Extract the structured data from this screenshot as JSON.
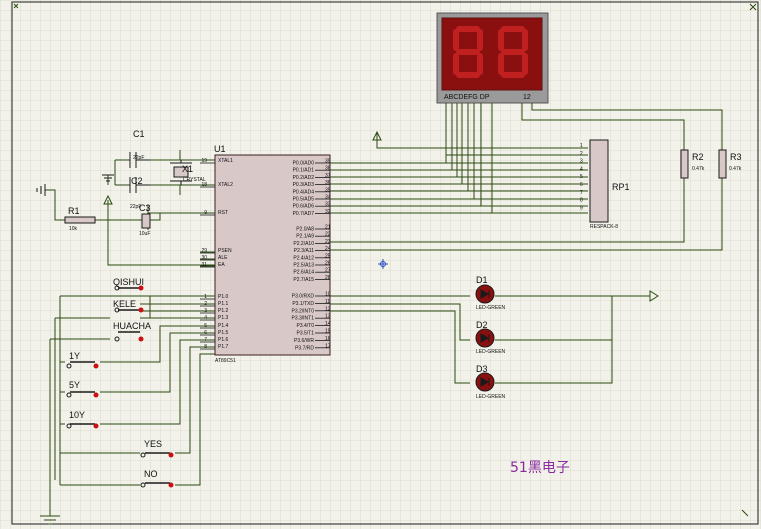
{
  "mcu": {
    "ref": "U1",
    "part": "AT89C51",
    "left_pins": [
      {
        "num": "19",
        "name": "XTAL1"
      },
      {
        "num": "18",
        "name": "XTAL2"
      },
      {
        "num": "9",
        "name": "RST"
      },
      {
        "num": "29",
        "name": "PSEN"
      },
      {
        "num": "30",
        "name": "ALE"
      },
      {
        "num": "31",
        "name": "EA"
      },
      {
        "num": "1",
        "name": "P1.0"
      },
      {
        "num": "2",
        "name": "P1.1"
      },
      {
        "num": "3",
        "name": "P1.2"
      },
      {
        "num": "4",
        "name": "P1.3"
      },
      {
        "num": "5",
        "name": "P1.4"
      },
      {
        "num": "6",
        "name": "P1.5"
      },
      {
        "num": "7",
        "name": "P1.6"
      },
      {
        "num": "8",
        "name": "P1.7"
      }
    ],
    "right_pins": [
      {
        "num": "39",
        "name": "P0.0/AD0"
      },
      {
        "num": "38",
        "name": "P0.1/AD1"
      },
      {
        "num": "37",
        "name": "P0.2/AD2"
      },
      {
        "num": "36",
        "name": "P0.3/AD3"
      },
      {
        "num": "35",
        "name": "P0.4/AD4"
      },
      {
        "num": "34",
        "name": "P0.5/AD5"
      },
      {
        "num": "33",
        "name": "P0.6/AD6"
      },
      {
        "num": "32",
        "name": "P0.7/AD7"
      },
      {
        "num": "21",
        "name": "P2.0/A8"
      },
      {
        "num": "22",
        "name": "P2.1/A9"
      },
      {
        "num": "23",
        "name": "P2.2/A10"
      },
      {
        "num": "24",
        "name": "P2.3/A11"
      },
      {
        "num": "25",
        "name": "P2.4/A12"
      },
      {
        "num": "26",
        "name": "P2.5/A13"
      },
      {
        "num": "27",
        "name": "P2.6/A14"
      },
      {
        "num": "28",
        "name": "P2.7/A15"
      },
      {
        "num": "10",
        "name": "P3.0/RXD"
      },
      {
        "num": "11",
        "name": "P3.1/TXD"
      },
      {
        "num": "12",
        "name": "P3.2/INT0"
      },
      {
        "num": "13",
        "name": "P3.3/INT1"
      },
      {
        "num": "14",
        "name": "P3.4/T0"
      },
      {
        "num": "15",
        "name": "P3.5/T1"
      },
      {
        "num": "16",
        "name": "P3.6/WR"
      },
      {
        "num": "17",
        "name": "P3.7/RD"
      }
    ]
  },
  "components": {
    "c1": {
      "ref": "C1",
      "value": "22pF"
    },
    "c2": {
      "ref": "C2",
      "value": "22pF"
    },
    "c3": {
      "ref": "C3",
      "value": "10uF"
    },
    "x1": {
      "ref": "X1",
      "value": "CRYSTAL"
    },
    "r1": {
      "ref": "R1",
      "value": "10k"
    },
    "r2": {
      "ref": "R2",
      "value": "0.47k"
    },
    "r3": {
      "ref": "R3",
      "value": "0.47k"
    },
    "rp1": {
      "ref": "RP1",
      "value": "RESPACK-8",
      "pins": [
        "1",
        "2",
        "3",
        "4",
        "5",
        "6",
        "7",
        "8",
        "9"
      ]
    },
    "d1": {
      "ref": "D1",
      "value": "LED-GREEN"
    },
    "d2": {
      "ref": "D2",
      "value": "LED-GREEN"
    },
    "d3": {
      "ref": "D3",
      "value": "LED-GREEN"
    }
  },
  "display": {
    "pins_label": "ABCDEFG  DP",
    "digit_label": "12",
    "color": "#b01010"
  },
  "buttons": [
    {
      "label": "QISHUI"
    },
    {
      "label": "KELE"
    },
    {
      "label": "HUACHA"
    },
    {
      "label": "1Y"
    },
    {
      "label": "5Y"
    },
    {
      "label": "10Y"
    },
    {
      "label": "YES"
    },
    {
      "label": "NO"
    }
  ],
  "watermark": "51黑电子",
  "colors": {
    "wire": "#2a4a10",
    "background": "#f2f2ea",
    "chip_body": "#d9c8c8",
    "pin_dot": "#cc1010",
    "watermark": "#8a2aa0"
  }
}
